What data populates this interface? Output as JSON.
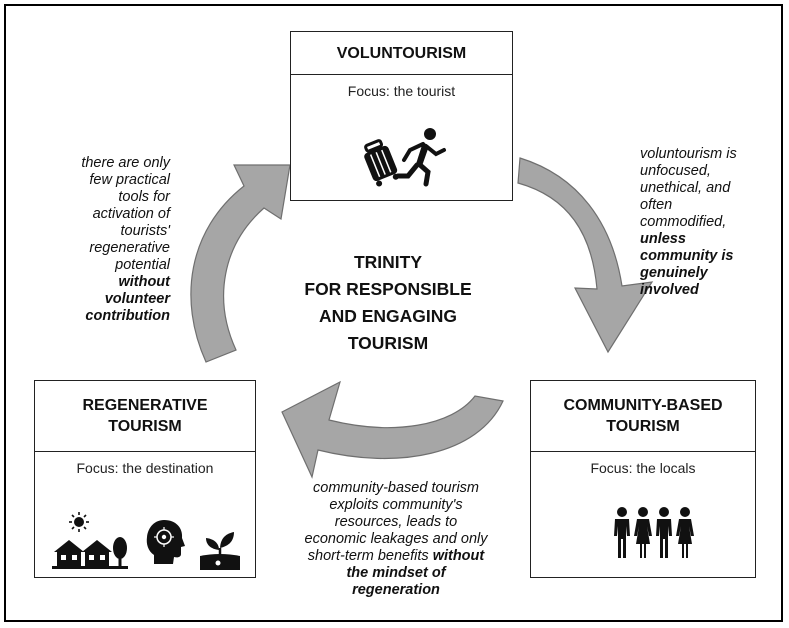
{
  "center_title": "TRINITY\nFOR RESPONSIBLE\nAND ENGAGING\nTOURISM",
  "boxes": {
    "voluntourism": {
      "title": "VOLUNTOURISM",
      "focus": "Focus: the tourist",
      "icon": "traveler-with-suitcase-icon"
    },
    "community": {
      "title": "COMMUNITY-BASED\nTOURISM",
      "focus": "Focus: the locals",
      "icon": "people-group-icon"
    },
    "regenerative": {
      "title": "REGENERATIVE\nTOURISM",
      "focus": "Focus: the destination",
      "icons": [
        "sun-houses-tree-icon",
        "head-mind-icon",
        "seedling-icon"
      ]
    }
  },
  "notes": {
    "left": {
      "lines": [
        "there are only",
        "few practical",
        "tools for",
        "activation of",
        "tourists'",
        "regenerative",
        "potential"
      ],
      "emphasis": [
        "without",
        "volunteer",
        "contribution"
      ]
    },
    "right": {
      "lines": [
        "voluntourism is",
        "unfocused,",
        "unethical, and",
        "often",
        "commodified,"
      ],
      "emphasis": [
        "unless",
        "community is",
        "genuinely",
        "involved"
      ]
    },
    "bottom": {
      "lines": [
        "community-based tourism",
        "exploits community's",
        "resources, leads to",
        "economic leakages and only"
      ],
      "last_plain": "short-term benefits ",
      "last_emphasis": "without",
      "emphasis": [
        "the mindset of",
        "regeneration"
      ]
    }
  },
  "colors": {
    "arrow_fill": "#a6a6a6",
    "arrow_edge": "#6f6f6f",
    "border": "#000000"
  }
}
